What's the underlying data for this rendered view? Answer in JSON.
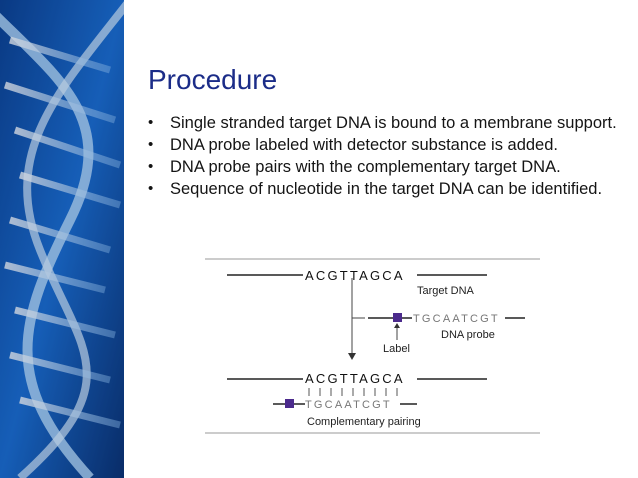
{
  "slide": {
    "title": "Procedure",
    "bullets": [
      "Single stranded target DNA is bound to a membrane support.",
      "DNA probe labeled with detector substance is added.",
      "DNA probe pairs with the complementary target DNA.",
      "Sequence of nucleotide in the target DNA can be identified."
    ],
    "bullet_symbol": "•"
  },
  "diagram": {
    "target_sequence": "ACGTTAGCA",
    "probe_sequence": "TGCAATCGT",
    "target_label": "Target DNA",
    "probe_label": "DNA probe",
    "label_label": "Label",
    "pairing_label": "Complementary pairing",
    "label_color": "#4b2a8c"
  },
  "colors": {
    "title": "#1b2c88",
    "accent_blue": "#1560b8",
    "text": "#141414"
  }
}
